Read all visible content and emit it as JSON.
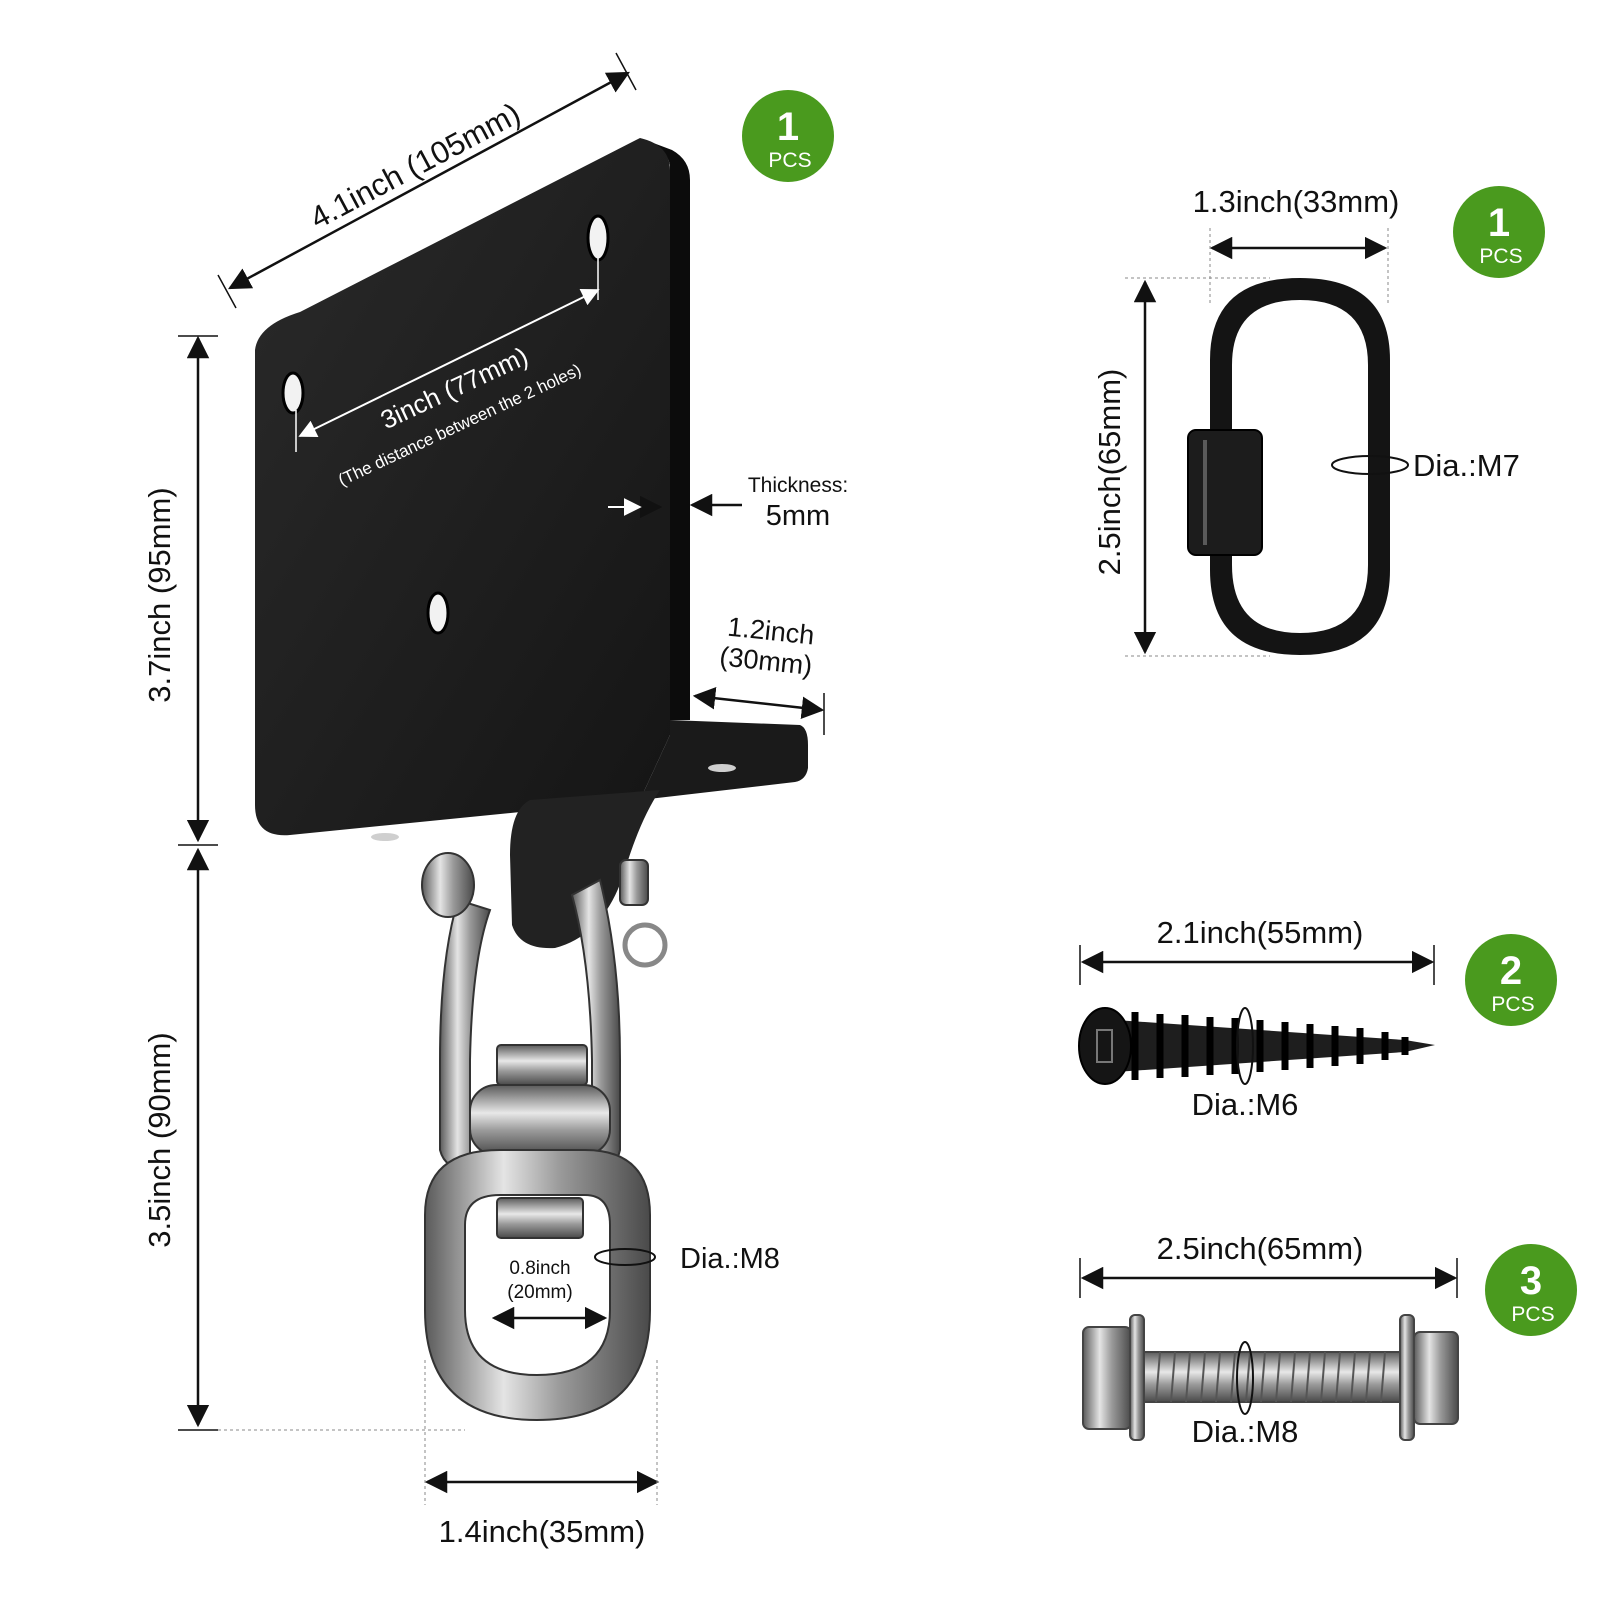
{
  "colors": {
    "badge": "#4a9a1e",
    "plate": "#1f1f1f",
    "steel": "#8c8c8c",
    "dimension_line": "#111111"
  },
  "badges": [
    {
      "count": "1",
      "unit": "PCS"
    },
    {
      "count": "1",
      "unit": "PCS"
    },
    {
      "count": "2",
      "unit": "PCS"
    },
    {
      "count": "3",
      "unit": "PCS"
    }
  ],
  "bracket": {
    "width_label": "4.1inch (105mm)",
    "plate_height_label": "3.7inch (95mm)",
    "hook_height_label": "3.5inch (90mm)",
    "hole_distance_label": "3inch (77mm)",
    "hole_distance_note": "(The distance between the 2 holes)",
    "thickness_label": "Thickness:",
    "thickness_value": "5mm",
    "flange_label_line1": "1.2inch",
    "flange_label_line2": "(30mm)",
    "swivel_inner_line1": "0.8inch",
    "swivel_inner_line2": "(20mm)",
    "swivel_dia": "Dia.:M8",
    "swivel_width_label": "1.4inch(35mm)"
  },
  "quick_link": {
    "width_label": "1.3inch(33mm)",
    "height_label": "2.5inch(65mm)",
    "dia": "Dia.:M7"
  },
  "screw": {
    "length_label": "2.1inch(55mm)",
    "dia": "Dia.:M6"
  },
  "bolt": {
    "length_label": "2.5inch(65mm)",
    "dia": "Dia.:M8"
  }
}
